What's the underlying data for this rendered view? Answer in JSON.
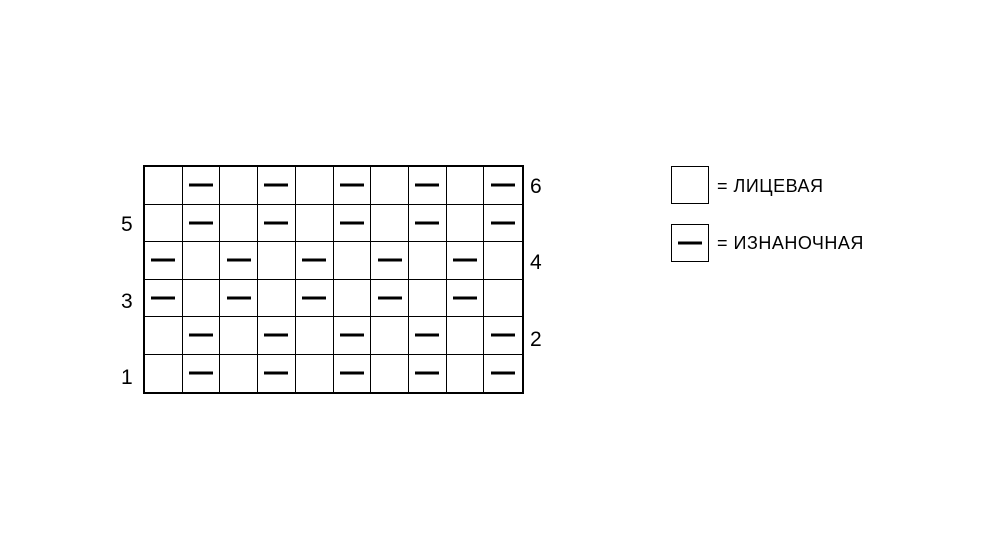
{
  "chart_data": {
    "type": "knitting-chart",
    "columns": 10,
    "rows": [
      {
        "number": "6",
        "side": "right",
        "purl_columns": [
          2,
          4,
          6,
          8,
          10
        ]
      },
      {
        "number": "5",
        "side": "left",
        "purl_columns": [
          2,
          4,
          6,
          8,
          10
        ]
      },
      {
        "number": "4",
        "side": "right",
        "purl_columns": [
          1,
          3,
          5,
          7,
          9
        ]
      },
      {
        "number": "3",
        "side": "left",
        "purl_columns": [
          1,
          3,
          5,
          7,
          9
        ]
      },
      {
        "number": "2",
        "side": "right",
        "purl_columns": [
          2,
          4,
          6,
          8,
          10
        ]
      },
      {
        "number": "1",
        "side": "left",
        "purl_columns": [
          2,
          4,
          6,
          8,
          10
        ]
      }
    ]
  },
  "legend": {
    "knit": {
      "symbol": "empty-square",
      "label": "= ЛИЦЕВАЯ"
    },
    "purl": {
      "symbol": "dash-square",
      "label": "= ИЗНАНОЧНАЯ"
    }
  }
}
